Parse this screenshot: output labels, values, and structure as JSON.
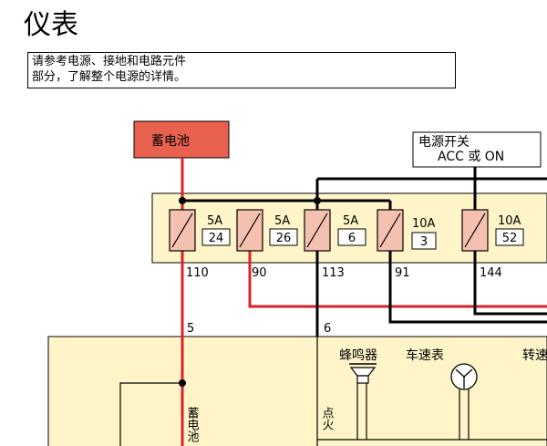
{
  "page": {
    "title": "仪表",
    "note_line1": "请参考电源、接地和电路元件",
    "note_line2": "部分，了解整个电源的详情。"
  },
  "battery": {
    "label": "蓄电池"
  },
  "power_switch": {
    "line1": "电源开关",
    "line2": "ACC 或 ON"
  },
  "fuses": [
    {
      "amp": "5A",
      "num": "24",
      "wire": "110"
    },
    {
      "amp": "5A",
      "num": "26",
      "wire": "90"
    },
    {
      "amp": "5A",
      "num": "6",
      "wire": "113"
    },
    {
      "amp": "10A",
      "num": "3",
      "wire": "91"
    },
    {
      "amp": "10A",
      "num": "52",
      "wire": "144"
    }
  ],
  "connector_pins": {
    "battery": "5",
    "ignition": "6"
  },
  "meter": {
    "buzzer": "蜂鸣器",
    "speedometer": "车速表",
    "tachometer": "转速",
    "battery_vertical": "蓄电池",
    "ignition_vertical": "点火"
  },
  "colors": {
    "battery_fill": "#e8614f",
    "fusebox_fill": "#fff5c8",
    "fuse_fill": "#f4c0b0",
    "wire_red": "#d8232a",
    "wire_black": "#000000",
    "meter_fill": "#fff5c8"
  }
}
